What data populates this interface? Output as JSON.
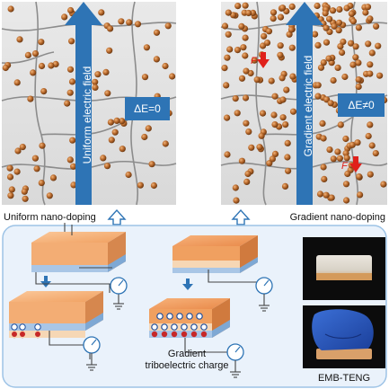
{
  "panels": {
    "left": {
      "field_label": "Uniform electric field",
      "delta_label": "ΔE=0",
      "caption": "Uniform nano-doping"
    },
    "right": {
      "field_label": "Gradient electric field",
      "delta_label": "ΔE≠0",
      "force_label": "F",
      "caption": "Gradient nano-doping"
    }
  },
  "bottom": {
    "gradient_charge_label_line1": "Gradient",
    "gradient_charge_label_line2": "triboelectric charge",
    "device_label": "EMB-TENG"
  },
  "colors": {
    "particle": "#b8692c",
    "field_arrow": "#2e74b5",
    "delta_box": "#2e74b5",
    "force_arrow": "#e0201b",
    "bottom_bg": "#eaf2fb",
    "bottom_border": "#9dc3e6",
    "block_orange": "#f3ad74",
    "block_blue": "#a9c6e6",
    "block_peach": "#f6d7b5"
  }
}
